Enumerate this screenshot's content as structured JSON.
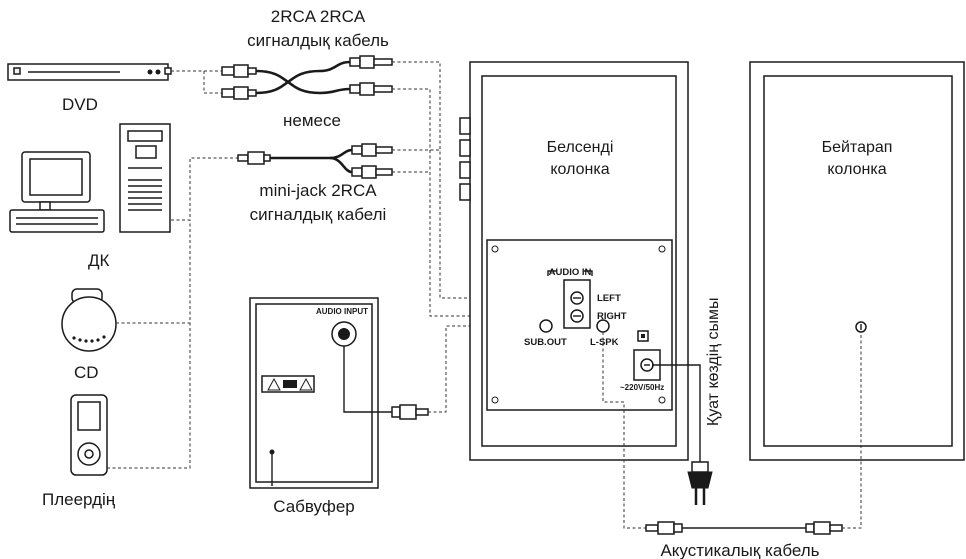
{
  "labels": {
    "cable_top_line1": "2RCA 2RCA",
    "cable_top_line2": "сигналдық кабель",
    "dvd": "DVD",
    "or": "немесе",
    "pc": "ДК",
    "minijack_line1": "mini-jack 2RCA",
    "minijack_line2": "сигналдық кабелі",
    "cd": "CD",
    "player": "Плеердің",
    "subwoofer": "Сабвуфер",
    "active_line1": "Белсенді",
    "active_line2": "колонка",
    "passive_line1": "Бейтарап",
    "passive_line2": "колонка",
    "audio_in": "AUDIO IN",
    "left": "LEFT",
    "right": "RIGHT",
    "sub_out": "SUB.OUT",
    "l_spk": "L-SPK",
    "voltage": "~220V/50Hz",
    "audio_input": "AUDIO INPUT",
    "power_cord": "Қуат көздің сымы",
    "acoustic_cable": "Акустикалық кабель"
  }
}
